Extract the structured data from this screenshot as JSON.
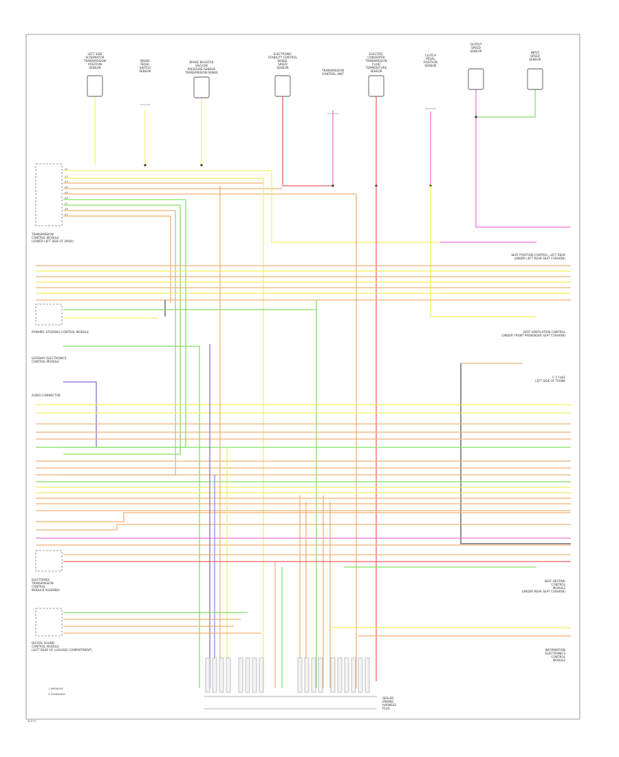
{
  "diagram": {
    "footer_code": "41075",
    "colors": {
      "yellow": "#f0f060",
      "orange": "#f0b070",
      "green": "#80e060",
      "red": "#f06060",
      "pink": "#f070e0",
      "gray": "#b8b8b8",
      "purple": "#8a6ad0",
      "blue": "#8888f0",
      "brown": "#9a7040",
      "dark": "#555555"
    },
    "top_components": [
      {
        "label": [
          "LEFT SIDE",
          "ALTERNATOR",
          "TRANSMISSION",
          "POSITION",
          "SENSOR"
        ]
      },
      {
        "label": [
          "BRAKE",
          "PEDAL",
          "SWITCH",
          "SENSOR"
        ]
      },
      {
        "label": [
          "BRAKE BOOSTER",
          "VACUUM",
          "PRESSURE SENSOR",
          "TRANSMISSION RANGE"
        ]
      },
      {
        "label": [
          "ELECTRONIC",
          "STABILITY CONTROL",
          "WHEEL",
          "SPEED",
          "SENSOR"
        ]
      },
      {
        "label": [
          "TRANSMISSION",
          "CONTROL UNIT"
        ]
      },
      {
        "label": [
          "ELECTRIC",
          "CONVERTER",
          "TRANSMISSION",
          "FLUID",
          "TEMPERATURE",
          "SENSOR"
        ]
      },
      {
        "label": [
          "CLUTCH",
          "PEDAL",
          "POSITION",
          "SENSOR"
        ]
      },
      {
        "label": [
          "OUTPUT",
          "SPEED",
          "SENSOR"
        ]
      },
      {
        "label": [
          "INPUT",
          "SPEED",
          "SENSOR"
        ]
      }
    ],
    "left_labels": [
      {
        "label": [
          "TRANSMISSION",
          "CONTROL MODULE",
          "(LOWER LEFT SIDE OF DASH)"
        ]
      },
      {
        "label": [
          "DYNAMIC STEERING CONTROL MODULE"
        ]
      },
      {
        "label": [
          "GATEWAY ELECTRONICS",
          "CONTROL MODULE"
        ]
      },
      {
        "label": [
          "AUDIO CONNECTOR"
        ]
      },
      {
        "label": [
          "ELECTRONIC",
          "TRANSMISSION",
          "CONTROL",
          "MODULE ASSEMBLY"
        ]
      },
      {
        "label": [
          "DIGITAL SOUND",
          "CONTROL MODULE",
          "(LEFT REAR OF LUGGAGE COMPARTMENT)"
        ]
      }
    ],
    "right_labels": [
      {
        "label": [
          "SEAT POSITION CONTROL, LEFT REAR",
          "(UNDER LEFT REAR SEAT CUSHION)"
        ]
      },
      {
        "label": [
          "SEAT VENTILATION CONTROL",
          "(UNDER FRONT PASSENGER SEAT CUSHION)"
        ]
      },
      {
        "label": [
          "F-7 FUSE",
          "LEFT SIDE OF TRUNK"
        ]
      },
      {
        "label": [
          "SEAT HEATING",
          "CONTROL",
          "MODULE",
          "(UNDER REAR SEAT CUSHION)"
        ]
      },
      {
        "label": [
          "INFORMATION",
          "ELECTRONICS",
          "CONTROL",
          "MODULE"
        ]
      }
    ],
    "bottom_labels": [
      {
        "label": [
          "SEALED",
          "ENGINE",
          "HARNESS",
          "PLUG"
        ]
      }
    ],
    "legend": [
      {
        "num": "1",
        "text": "PREMIUM"
      },
      {
        "num": "2",
        "text": "STANDARD"
      }
    ]
  }
}
